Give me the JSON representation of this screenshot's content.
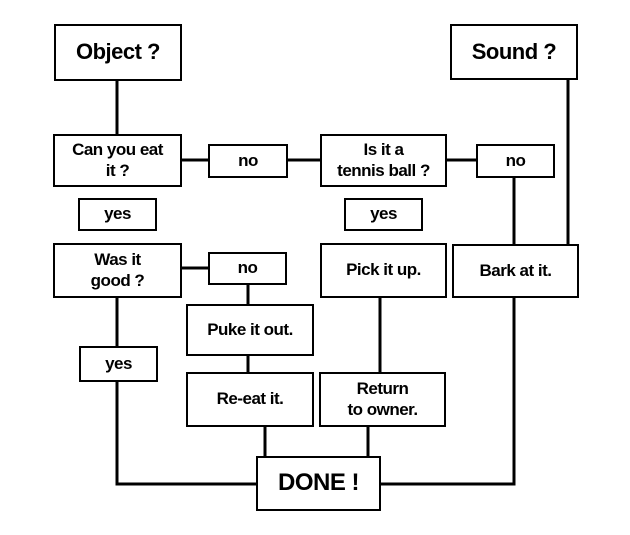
{
  "nodes": {
    "object": "Object ?",
    "sound": "Sound ?",
    "can_you_eat": "Can you eat\nit ?",
    "no_eat": "no",
    "is_tennis_ball": "Is it a\ntennis ball ?",
    "no_tennis": "no",
    "yes_eat": "yes",
    "yes_tennis": "yes",
    "was_it_good": "Was it\ngood ?",
    "no_good": "no",
    "pick_it_up": "Pick it up.",
    "bark_at_it": "Bark at it.",
    "puke_it_out": "Puke it out.",
    "yes_good": "yes",
    "re_eat_it": "Re-eat it.",
    "return_to_owner": "Return\nto owner.",
    "done": "DONE !"
  },
  "colors": {
    "line": "#000000",
    "box_border": "#000000",
    "box_fill": "#ffffff",
    "text": "#000000",
    "background": "#ffffff"
  }
}
